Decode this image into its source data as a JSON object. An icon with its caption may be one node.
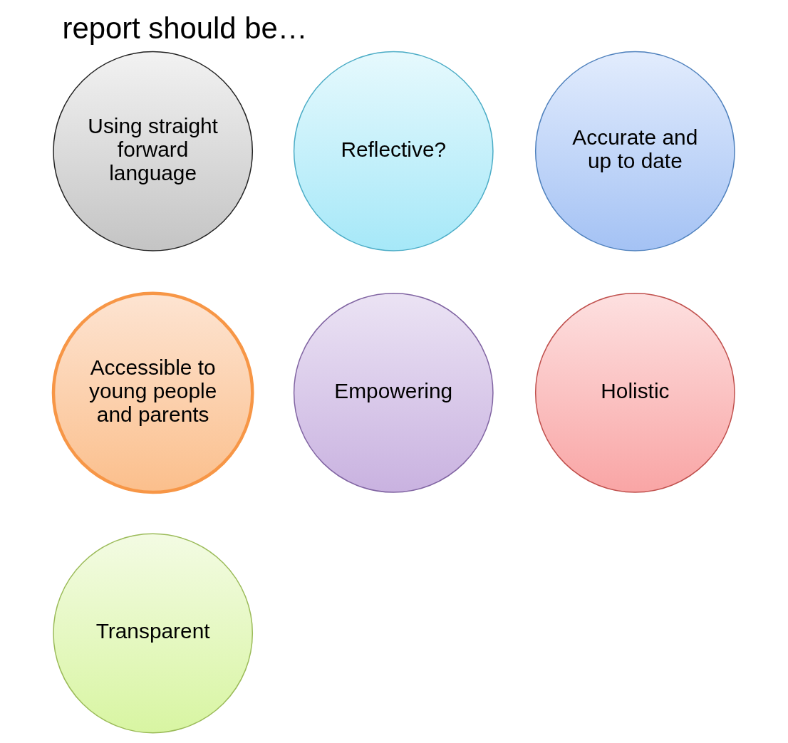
{
  "diagram": {
    "title": "report should be…",
    "nodes": [
      {
        "text": [
          "Using straight forward language"
        ]
      },
      {
        "text": [
          "Reflective?"
        ]
      },
      {
        "text": [
          "Accurate and up to date"
        ]
      },
      {
        "text": [
          "Accessible to young people and parents"
        ]
      },
      {
        "text": [
          "Empowering"
        ]
      },
      {
        "text": [
          "Holistic"
        ]
      },
      {
        "text": [
          "Transparent"
        ]
      }
    ],
    "edges": []
  }
}
